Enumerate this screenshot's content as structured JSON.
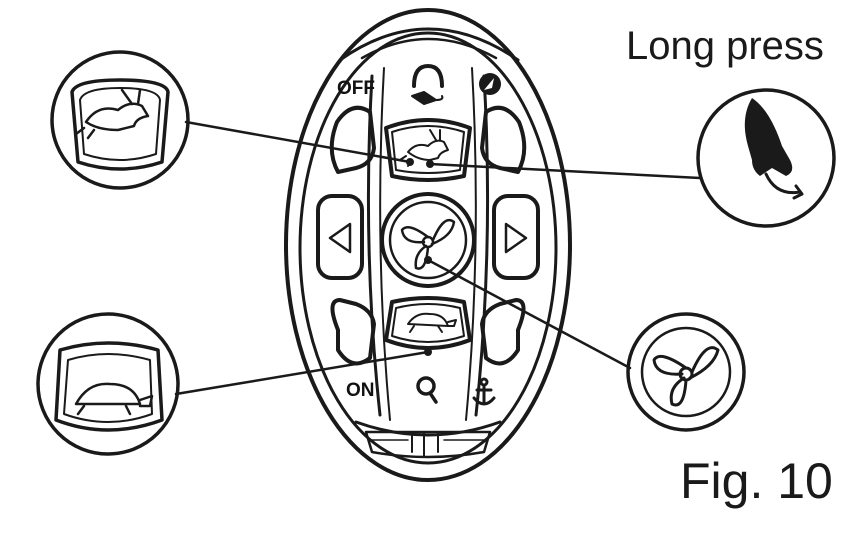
{
  "caption": "Long press",
  "figure_label": "Fig. 10",
  "remote": {
    "off_label": "OFF",
    "on_label": "ON",
    "buttons": [
      "rabbit-button",
      "turtle-button",
      "propeller-button",
      "left-arrow-button",
      "right-arrow-button",
      "anchor-button",
      "search-button",
      "autopilot-button"
    ]
  },
  "colors": {
    "line": "#1a1a1a",
    "background": "#ffffff"
  }
}
